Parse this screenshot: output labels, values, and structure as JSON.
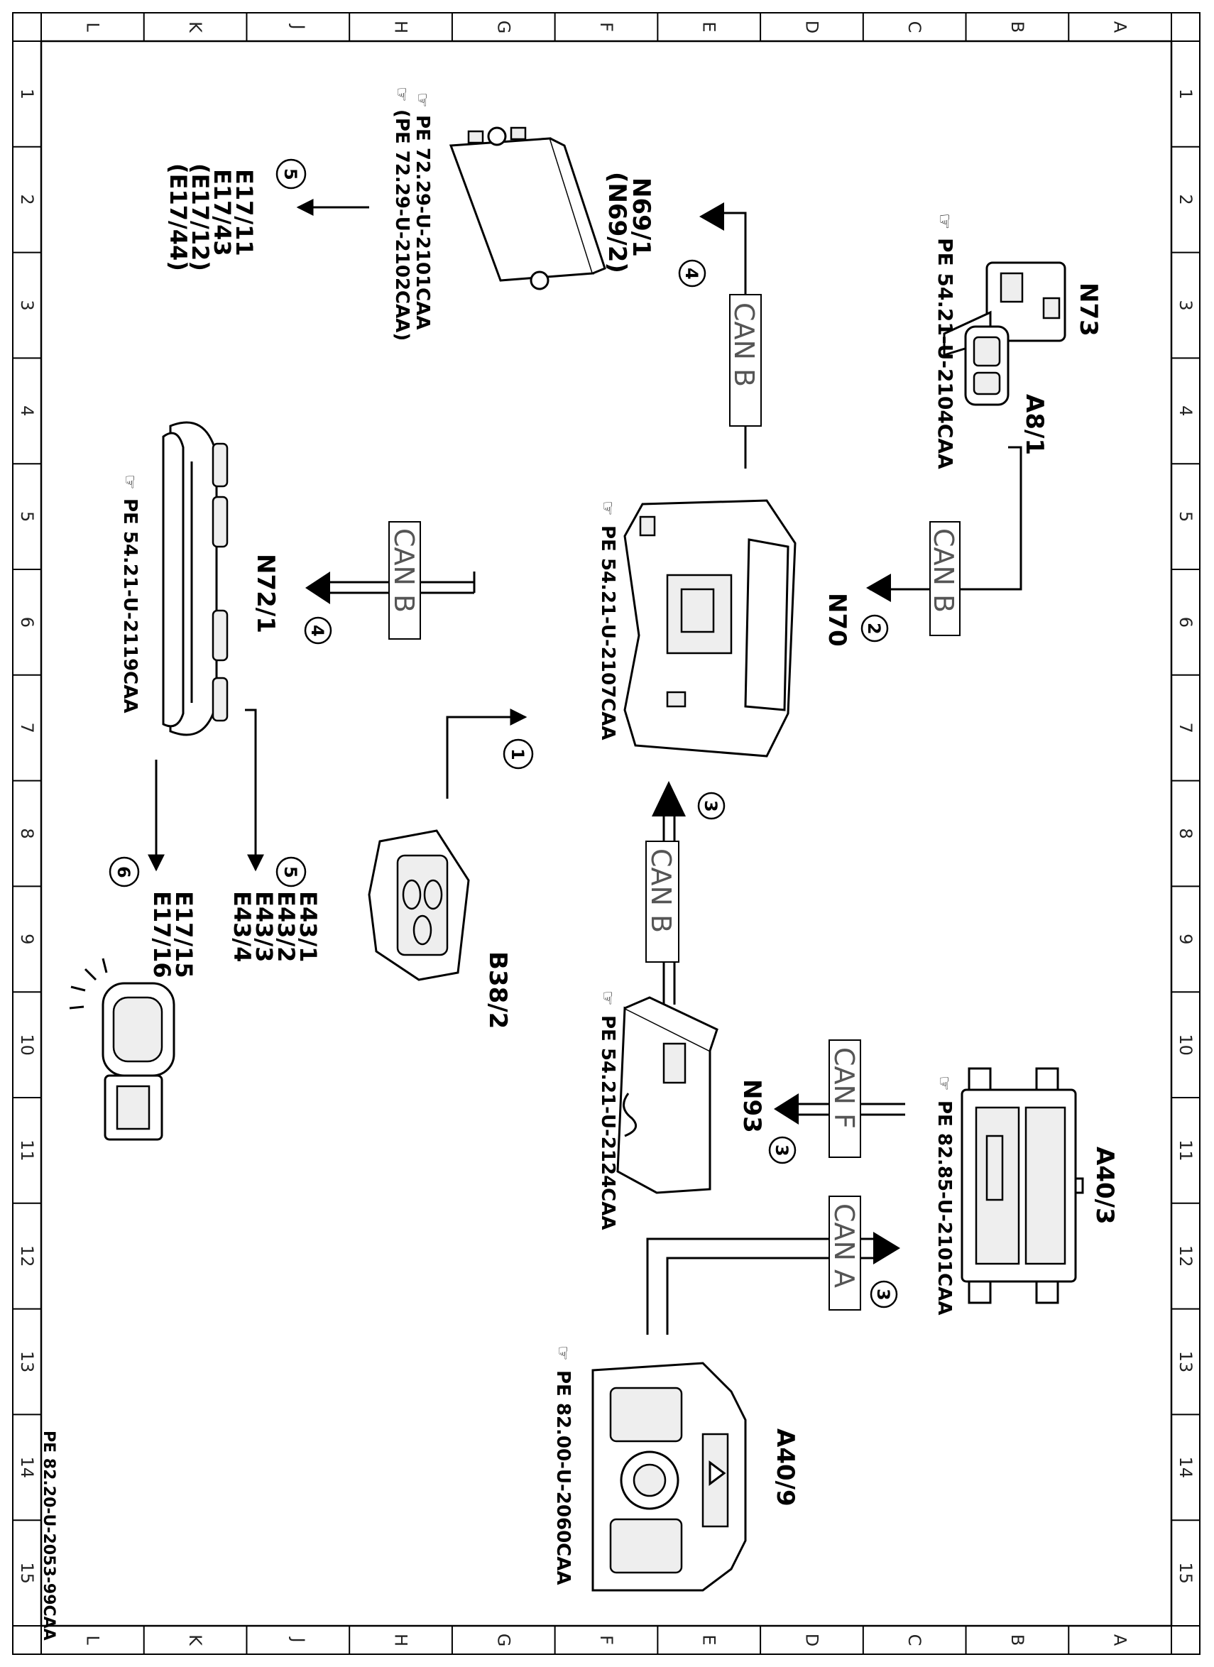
{
  "document_id": "PE 82.20-U-2053-99CAA",
  "grid": {
    "columns": [
      "A",
      "B",
      "C",
      "D",
      "E",
      "F",
      "G",
      "H",
      "J",
      "K",
      "L"
    ],
    "rows": [
      "1",
      "2",
      "3",
      "4",
      "5",
      "6",
      "7",
      "8",
      "9",
      "10",
      "11",
      "12",
      "13",
      "14",
      "15"
    ]
  },
  "bus_labels": {
    "can_a": "CAN A",
    "can_b": "CAN B",
    "can_f": "CAN F"
  },
  "callouts": [
    "1",
    "2",
    "3",
    "4",
    "5",
    "6"
  ],
  "components": {
    "n73": {
      "code": "N73",
      "sub": "A8/1",
      "ref": "PE 54.21-U-2104CAA"
    },
    "n69": {
      "code1": "N69/1",
      "code2": "(N69/2)",
      "ref1": "PE 72.29-U-2101CAA",
      "ref2": "(PE 72.29-U-2102CAA)"
    },
    "e17": {
      "l1": "E17/11",
      "l2": "E17/43",
      "l3": "(E17/12)",
      "l4": "(E17/44)"
    },
    "n70": {
      "code": "N70",
      "ref": "PE 54.21-U-2107CAA"
    },
    "n72": {
      "code": "N72/1",
      "ref": "PE 54.21-U-2119CAA"
    },
    "b38": {
      "code": "B38/2"
    },
    "e43": {
      "l1": "E43/1",
      "l2": "E43/2",
      "l3": "E43/3",
      "l4": "E43/4"
    },
    "e17b": {
      "l1": "E17/15",
      "l2": "E17/16"
    },
    "n93": {
      "code": "N93",
      "ref": "PE 54.21-U-2124CAA"
    },
    "a40_3": {
      "code": "A40/3",
      "ref": "PE 82.85-U-2101CAA"
    },
    "a40_9": {
      "code": "A40/9",
      "ref": "PE 82.00-U-2060CAA"
    }
  }
}
